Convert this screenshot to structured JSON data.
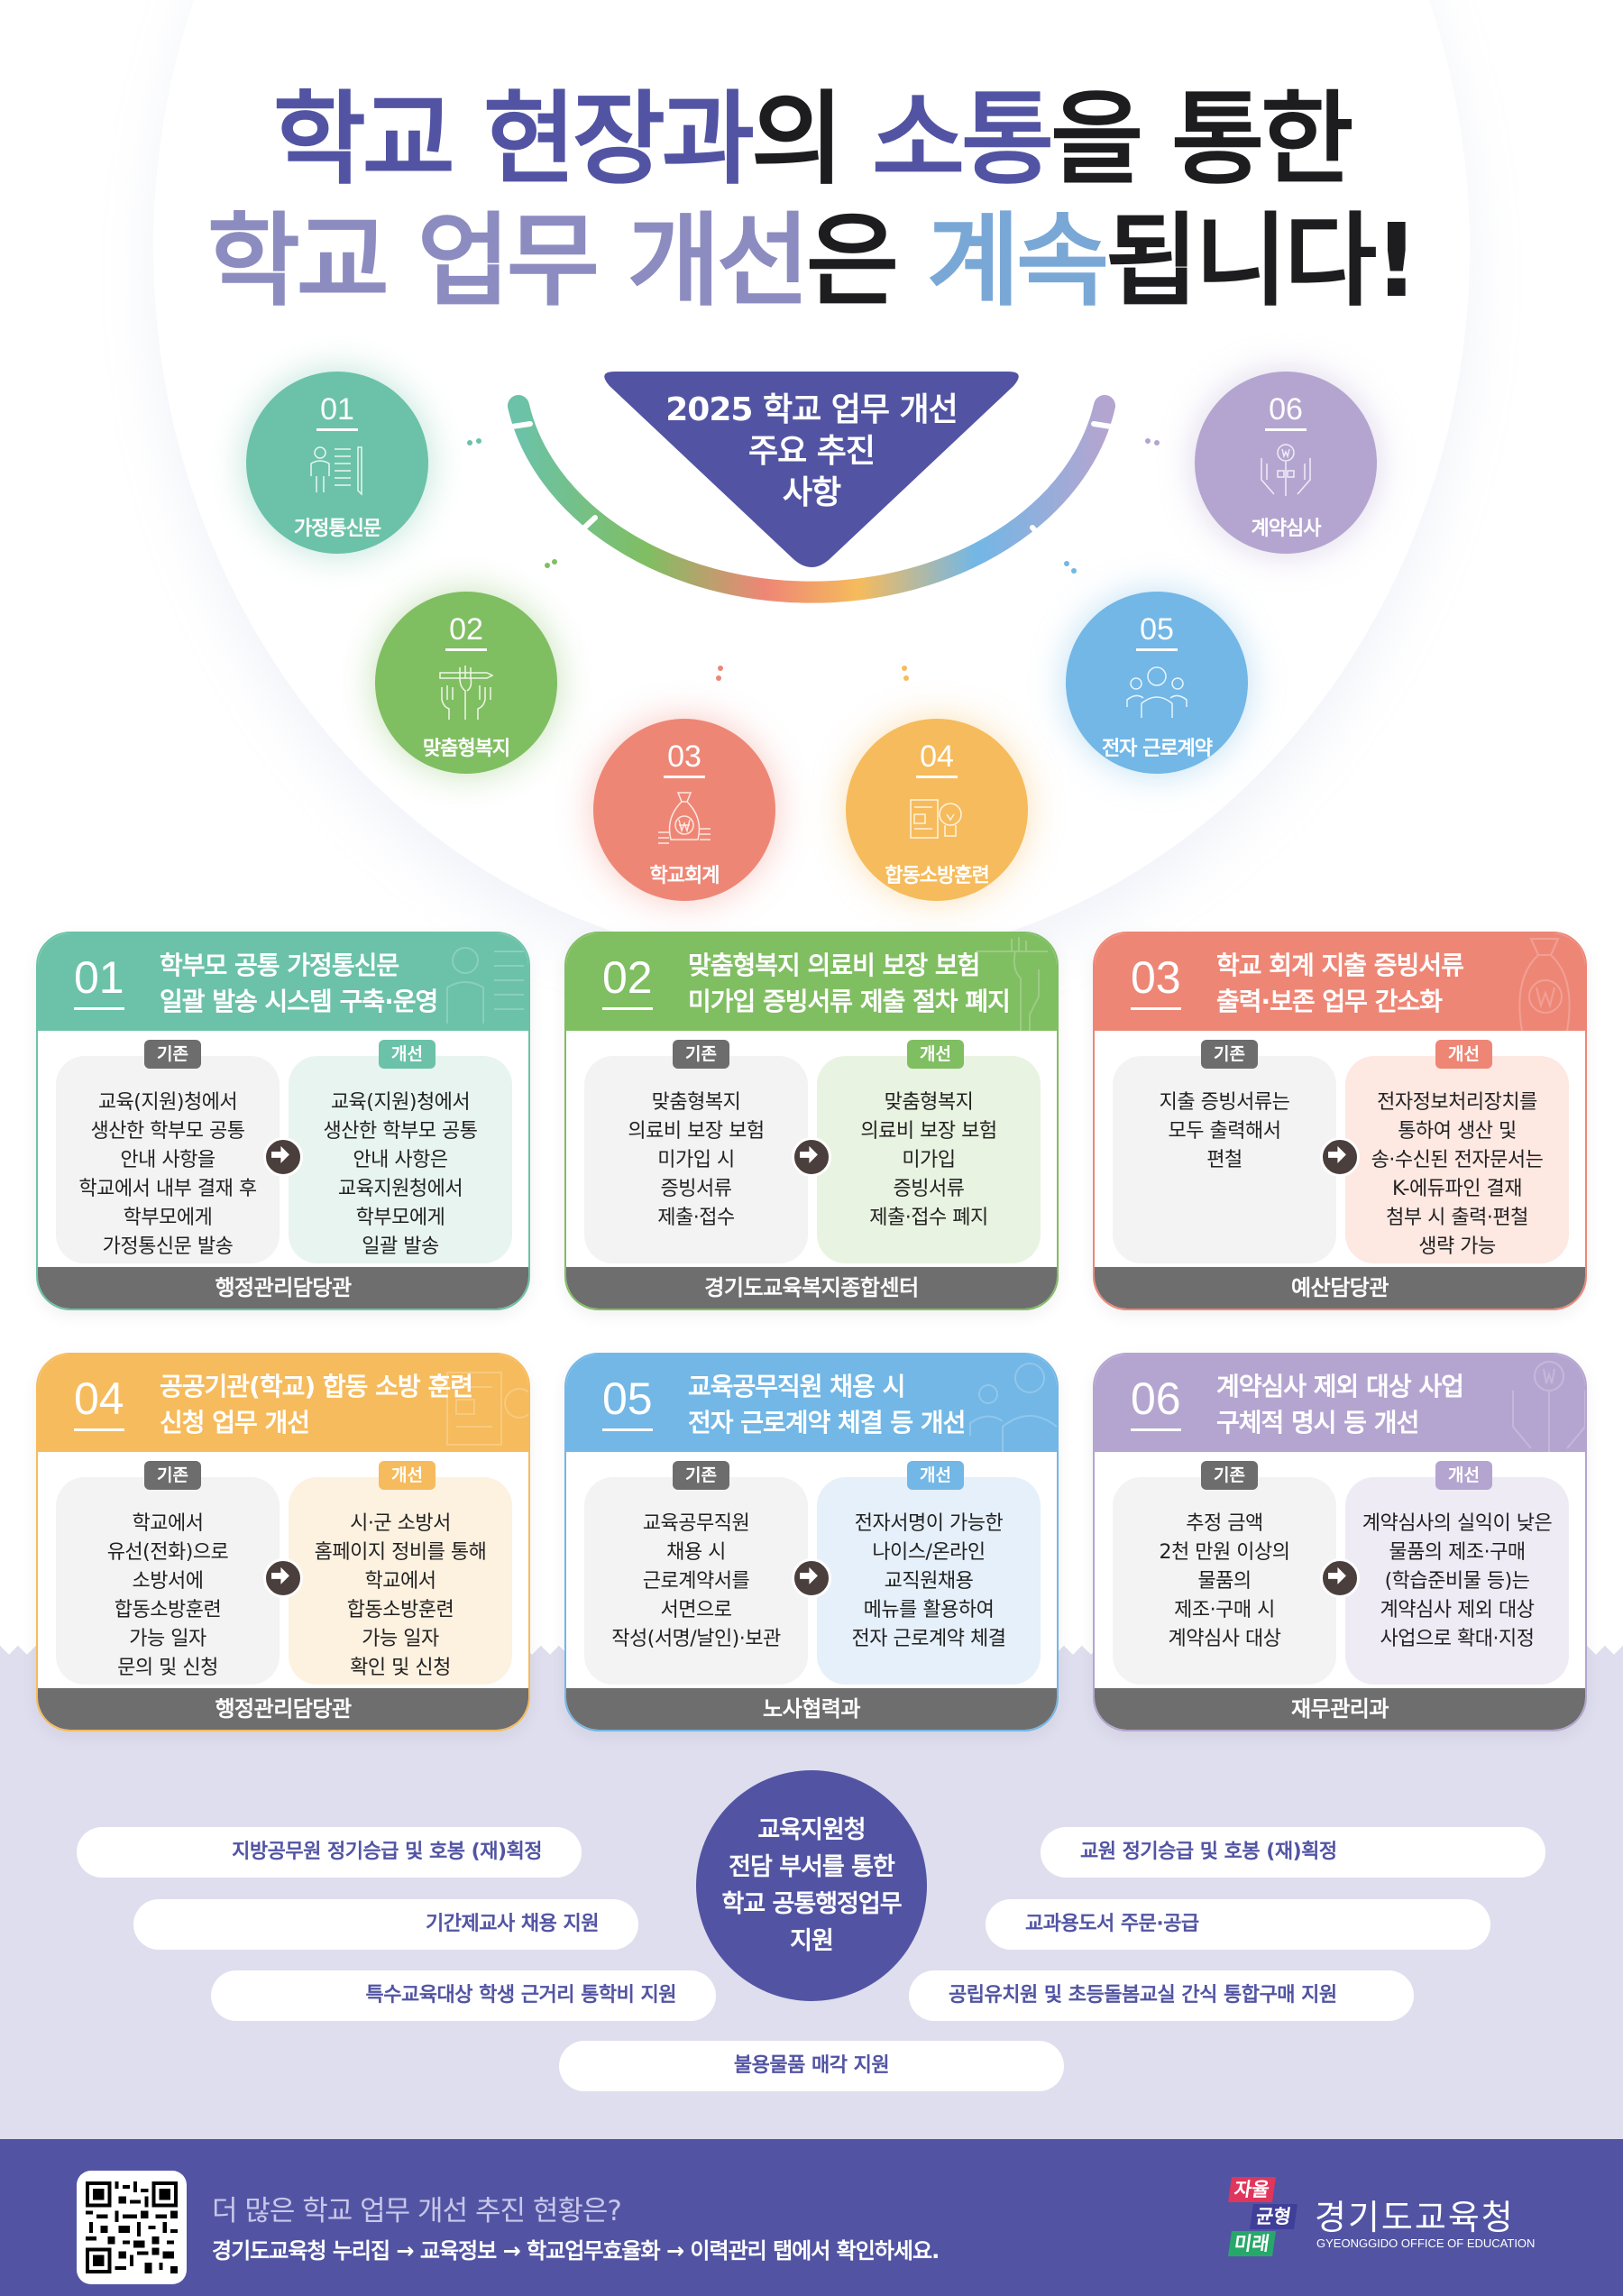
{
  "headline": {
    "line1": [
      {
        "text": "학교 현장과",
        "color": "indigo",
        "split": [
          [
            "학교 현장과",
            "indigo"
          ]
        ]
      },
      {
        "text": "의 ",
        "color": "black"
      },
      {
        "text": "소통",
        "color": "indigo"
      },
      {
        "text": "을 통한",
        "color": "black"
      }
    ],
    "line1_parts": {
      "a": "학교 현장과",
      "b": "의 ",
      "c": "소통",
      "d": "을 통한"
    },
    "line2_parts": {
      "a": "학교 업무 개선",
      "b": "은 ",
      "c": "계속",
      "d": "됩니다!"
    }
  },
  "hub": {
    "title": "2025 학교 업무 개선\n주요 추진\n사항",
    "title_lines": [
      "2025 학교 업무 개선",
      "주요 추진",
      "사항"
    ]
  },
  "circles": [
    {
      "num": "01",
      "label": "가정통신문",
      "icon": "person-document-icon",
      "color": "#6bc2a8"
    },
    {
      "num": "02",
      "label": "맞춤형복지",
      "icon": "raised-hands-icon",
      "color": "#80be62"
    },
    {
      "num": "03",
      "label": "학교회계",
      "icon": "money-bag-icon",
      "color": "#ee8676"
    },
    {
      "num": "04",
      "label": "합동소방훈련",
      "icon": "book-lightbulb-icon",
      "color": "#f6bb5c"
    },
    {
      "num": "05",
      "label": "전자 근로계약",
      "icon": "people-group-icon",
      "color": "#72b7e6"
    },
    {
      "num": "06",
      "label": "계약심사",
      "icon": "hands-coin-icon",
      "color": "#b4a5d0"
    }
  ],
  "cards": [
    {
      "num": "01",
      "title": "학부모 공통 가정통신문\n일괄 발송 시스템 구축·운영",
      "before_label": "기존",
      "after_label": "개선",
      "before": "교육(지원)청에서\n생산한 학부모 공통\n안내 사항을\n학교에서 내부 결재 후\n학부모에게\n가정통신문 발송",
      "after": "교육(지원)청에서\n생산한 학부모 공통\n안내 사항은\n교육지원청에서\n학부모에게\n일괄 발송",
      "department": "행정관리담당관",
      "color": "#6bc2a8",
      "tint": "#e8f4ef"
    },
    {
      "num": "02",
      "title": "맞춤형복지 의료비 보장 보험\n미가입 증빙서류 제출 절차 폐지",
      "before_label": "기존",
      "after_label": "개선",
      "before": "맞춤형복지\n의료비 보장 보험\n미가입 시\n증빙서류\n제출·접수",
      "after": "맞춤형복지\n의료비 보장 보험\n미가입\n증빙서류\n제출·접수 폐지",
      "department": "경기도교육복지종합센터",
      "color": "#80be62",
      "tint": "#e9f3e1"
    },
    {
      "num": "03",
      "title": "학교 회계 지출 증빙서류\n출력·보존 업무 간소화",
      "before_label": "기존",
      "after_label": "개선",
      "before": "지출 증빙서류는\n모두 출력해서\n편철",
      "after": "전자정보처리장치를\n통하여 생산 및\n송·수신된 전자문서는\nK-에듀파인 결재\n첨부 시 출력·편철\n생략 가능",
      "department": "예산담당관",
      "color": "#ee8676",
      "tint": "#fde8e2"
    },
    {
      "num": "04",
      "title": "공공기관(학교) 합동 소방 훈련\n신청 업무 개선",
      "before_label": "기존",
      "after_label": "개선",
      "before": "학교에서\n유선(전화)으로\n소방서에\n합동소방훈련\n가능 일자\n문의 및 신청",
      "after": "시·군 소방서\n홈페이지 정비를 통해\n학교에서\n합동소방훈련\n가능 일자\n확인 및 신청",
      "department": "행정관리담당관",
      "color": "#f6bb5c",
      "tint": "#fdf1e0"
    },
    {
      "num": "05",
      "title": "교육공무직원 채용 시\n전자 근로계약 체결 등 개선",
      "before_label": "기존",
      "after_label": "개선",
      "before": "교육공무직원\n채용 시\n근로계약서를\n서면으로\n작성(서명/날인)·보관",
      "after": "전자서명이 가능한\n나이스/온라인\n교직원채용\n메뉴를 활용하여\n전자 근로계약 체결",
      "department": "노사협력과",
      "color": "#72b7e6",
      "tint": "#e6f0fa"
    },
    {
      "num": "06",
      "title": "계약심사 제외 대상 사업\n구체적 명시 등 개선",
      "before_label": "기존",
      "after_label": "개선",
      "before": "추정 금액\n2천 만원 이상의\n물품의\n제조·구매 시\n계약심사 대상",
      "after": "계약심사의 실익이 낮은\n물품의 제조·구매\n(학습준비물 등)는\n계약심사 제외 대상\n사업으로 확대·지정",
      "department": "재무관리과",
      "color": "#b4a5d0",
      "tint": "#eeebf5"
    }
  ],
  "support": {
    "hub": "교육지원청\n전담 부서를 통한\n학교 공통행정업무\n지원",
    "items_left": [
      "지방공무원 정기승급 및 호봉 (재)획정",
      "기간제교사 채용 지원",
      "특수교육대상 학생 근거리 통학비 지원"
    ],
    "items_right": [
      "교원 정기승급 및 호봉 (재)획정",
      "교과용도서 주문·공급",
      "공립유치원 및 초등돌봄교실 간식 통합구매 지원"
    ],
    "item_bottom": "불용물품 매각 지원"
  },
  "footer": {
    "question": "더 많은 학교 업무 개선 추진 현황은?",
    "path": "경기도교육청 누리집 → 교육정보 → 학교업무효율화 → 이력관리 탭에서 확인하세요.",
    "qr": "qr-code-icon",
    "logo_badges": [
      "자율",
      "균형",
      "미래"
    ],
    "logo_name": "경기도교육청",
    "logo_sub": "GYEONGGIDO OFFICE OF EDUCATION"
  },
  "colors": {
    "indigo": "#5254a3",
    "lavender": "#8c8cc0",
    "sky": "#7aa8d6",
    "dark": "#1d1d1f",
    "lower_bg": "#dfdeee",
    "dept_bar": "#6e6e6e"
  }
}
